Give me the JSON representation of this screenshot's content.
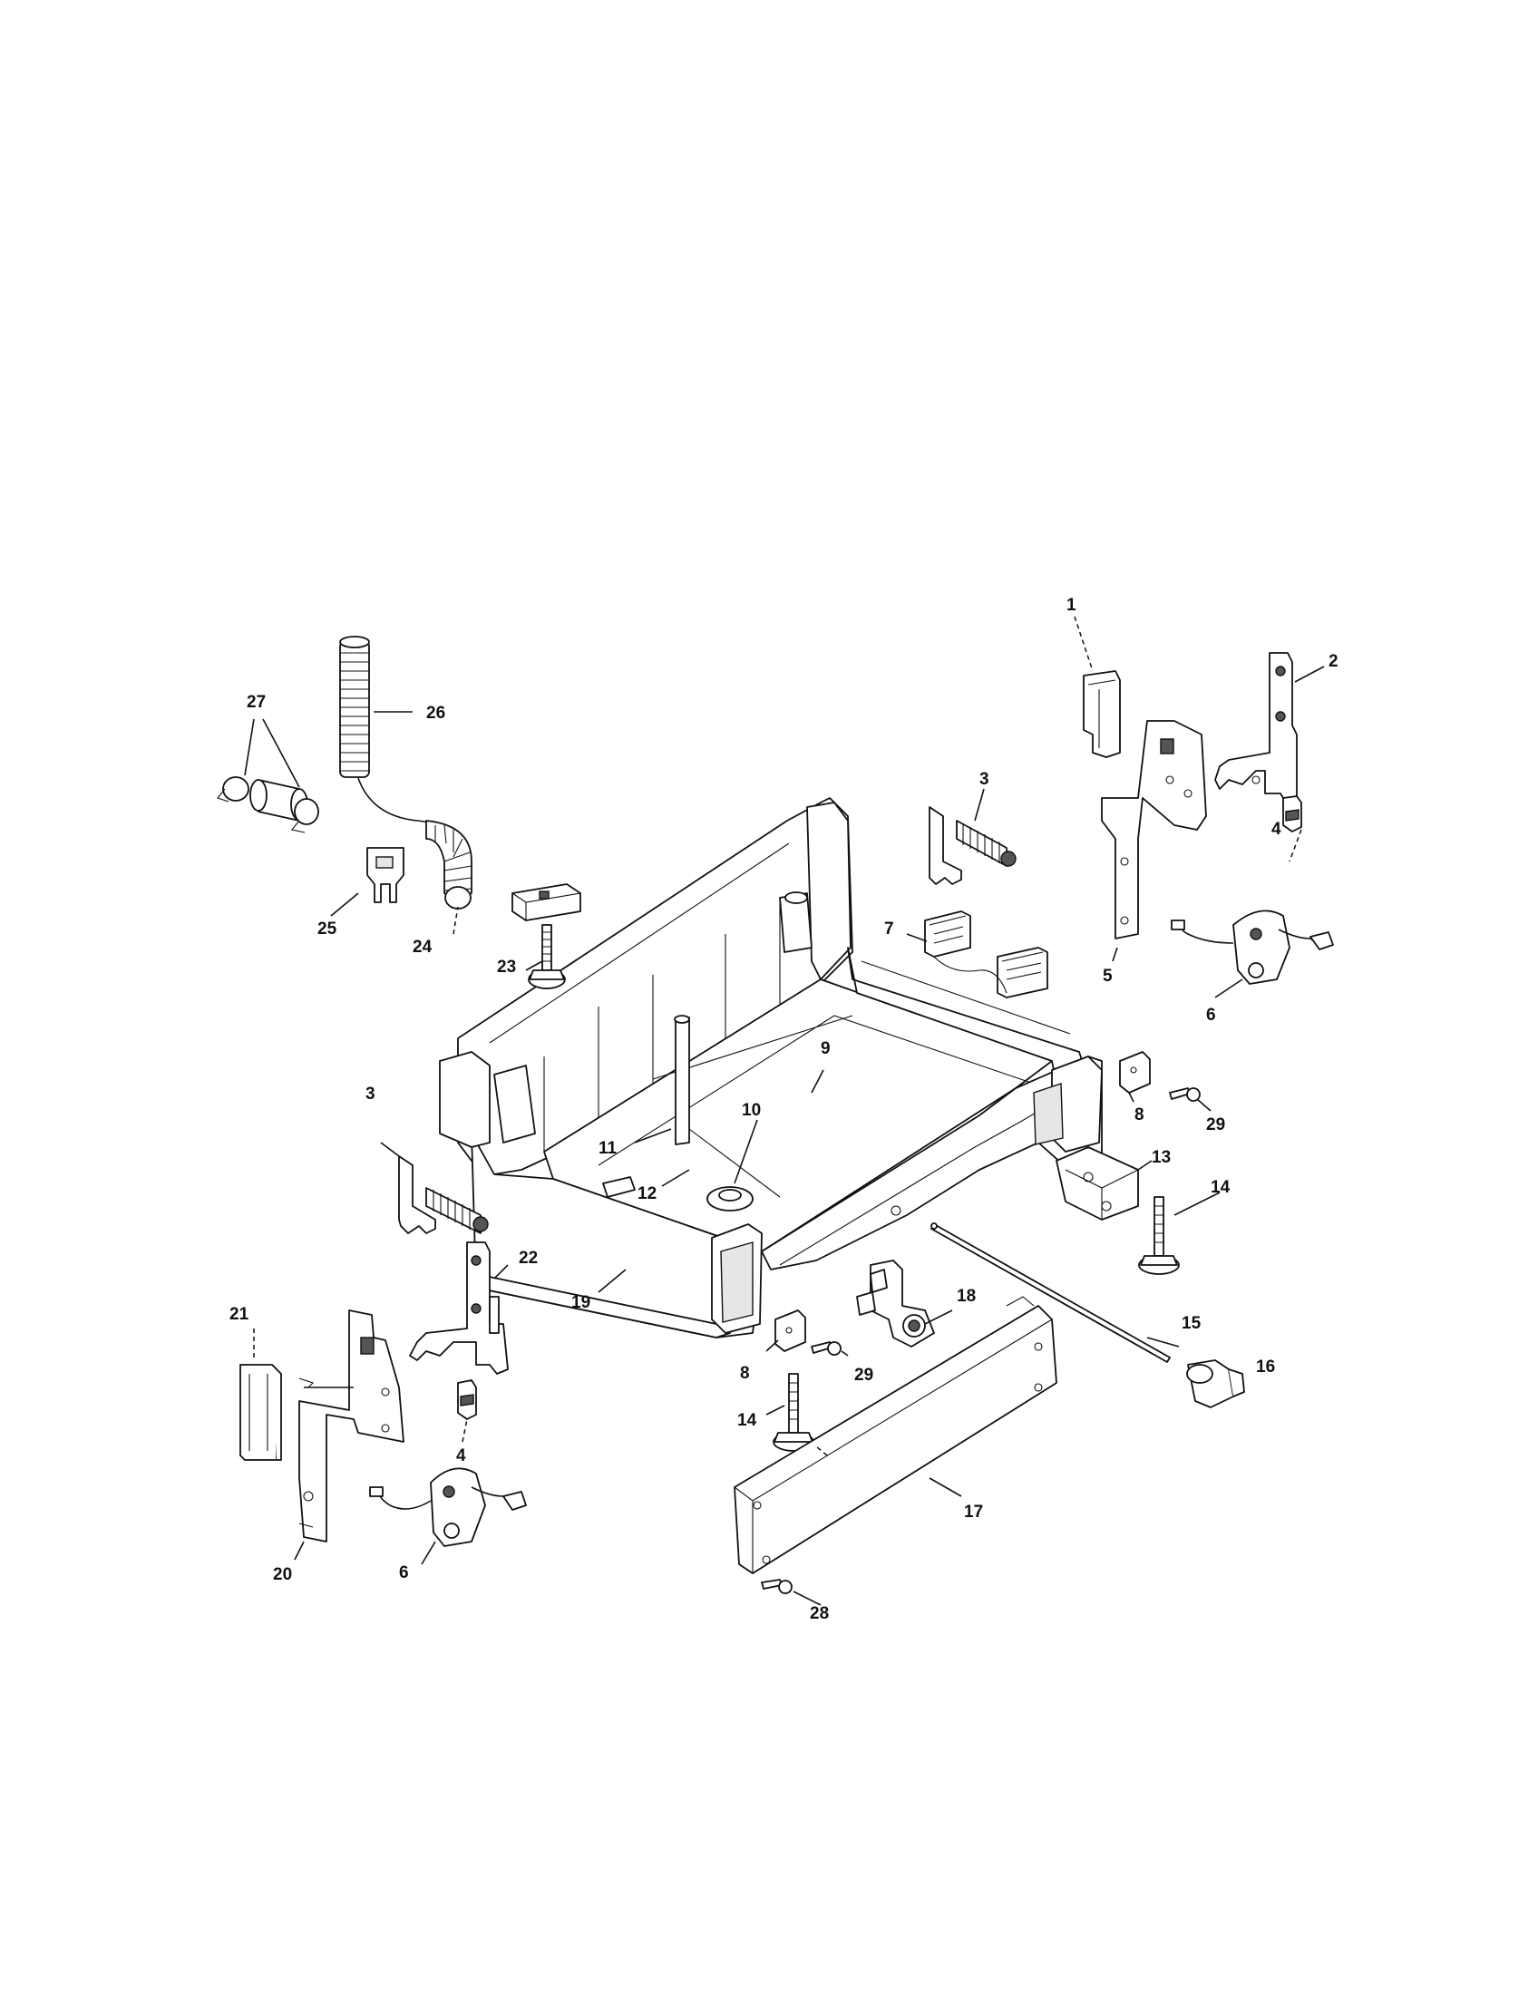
{
  "diagram": {
    "callouts": [
      "1",
      "2",
      "3",
      "4",
      "5",
      "6",
      "7",
      "8",
      "9",
      "10",
      "11",
      "12",
      "13",
      "14",
      "15",
      "16",
      "17",
      "18",
      "19",
      "20",
      "21",
      "22",
      "23",
      "24",
      "25",
      "26",
      "27",
      "28",
      "29"
    ],
    "repeated_callouts": {
      "3": "3",
      "4": "4",
      "6": "6",
      "8": "8",
      "14": "14",
      "29": "29"
    },
    "colors": {
      "line": "#111111",
      "background": "#ffffff"
    }
  }
}
